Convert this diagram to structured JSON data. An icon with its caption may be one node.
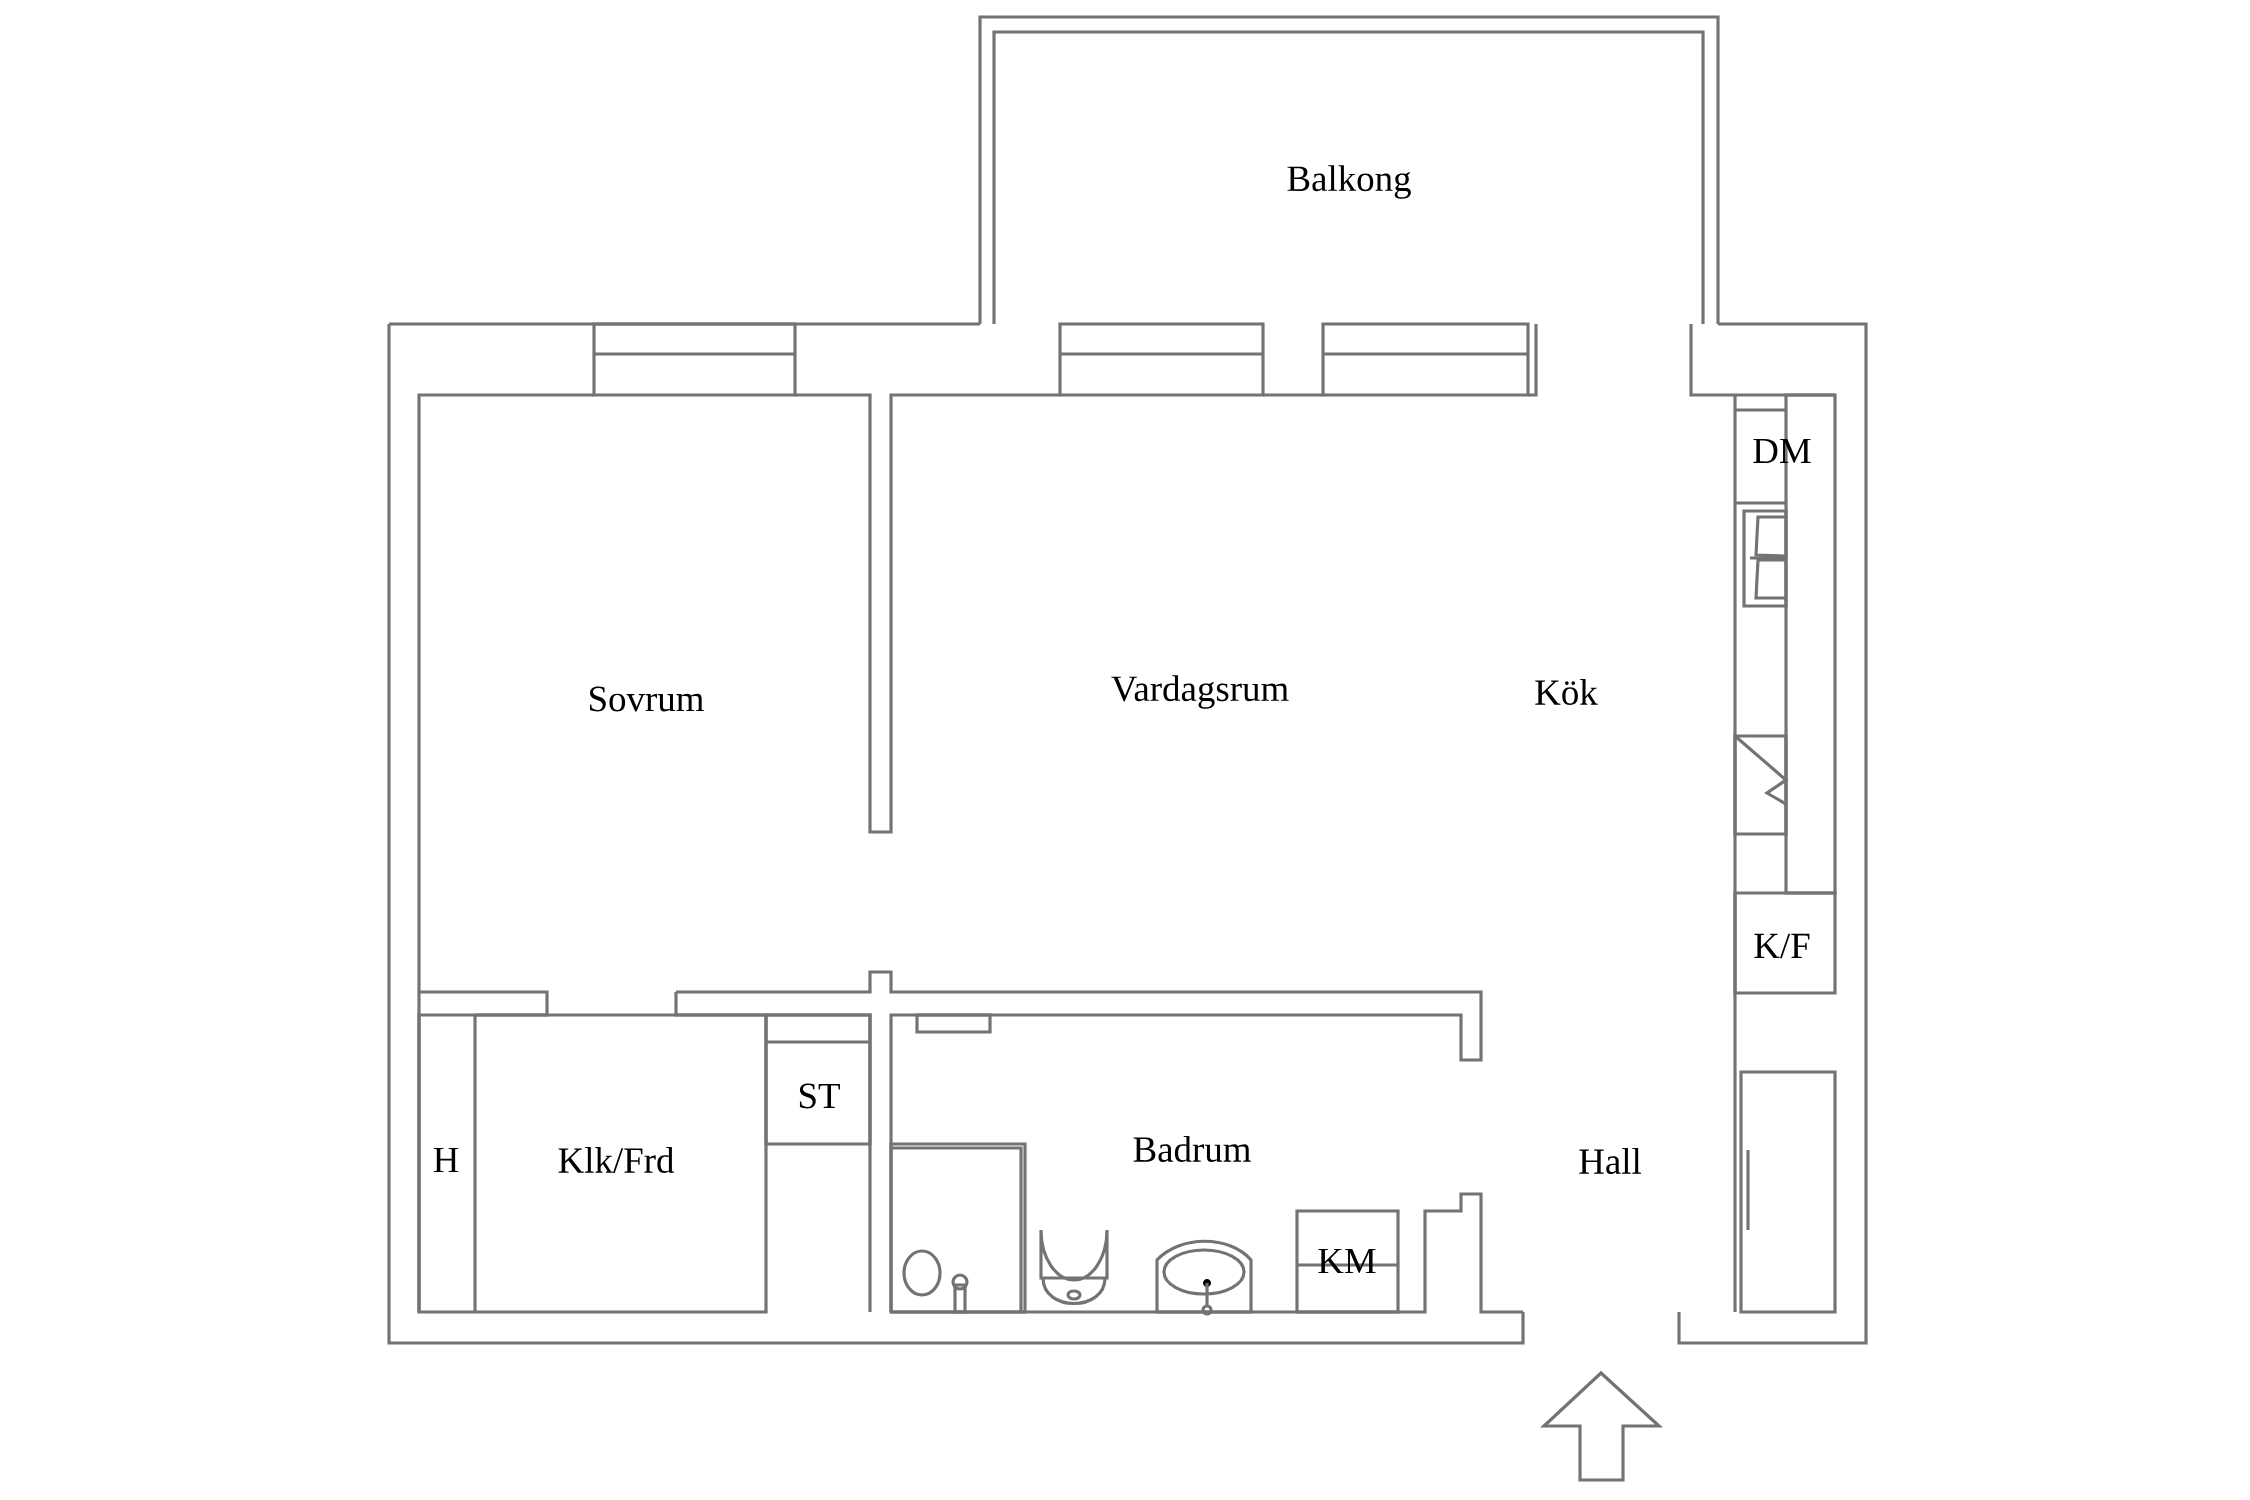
{
  "diagram": {
    "labels": [
      "Balkong",
      "DM",
      "Sovrum",
      "Vardagsrum",
      "Kök",
      "K/F",
      "ST",
      "H",
      "Klk/Frd",
      "Badrum",
      "Hall",
      "KM"
    ]
  }
}
